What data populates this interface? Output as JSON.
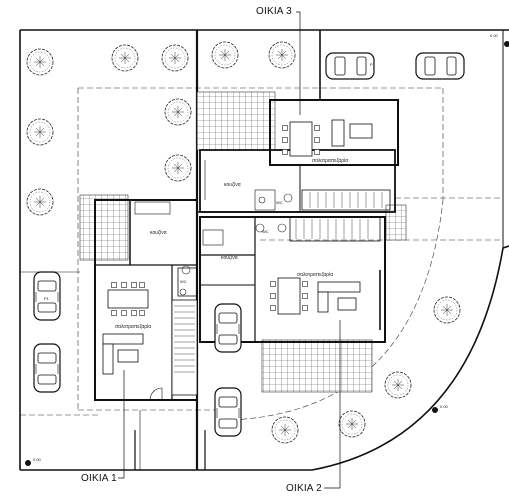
{
  "houses": {
    "house1": "ΟΙΚΙΑ 1",
    "house2": "ΟΙΚΙΑ 2",
    "house3": "ΟΙΚΙΑ 3"
  },
  "rooms": {
    "kitchen_h1": "κουζίνα",
    "living_h1": "σαλοτραπεζαρία",
    "wc_h1": "WC",
    "kitchen_h2": "κουζίνα",
    "living_h2": "σαλοτραπεζαρία",
    "wc_h2": "WC",
    "kitchen_h3": "κουζίνα",
    "living_h3": "σαλοτραπεζαρία",
    "wc_h3": "WC"
  },
  "parking": {
    "p1_top": "P1",
    "p1_left": "P1"
  },
  "levels": {
    "level_left": "0.00",
    "level_right": "0.00",
    "level_top": "0.00"
  }
}
